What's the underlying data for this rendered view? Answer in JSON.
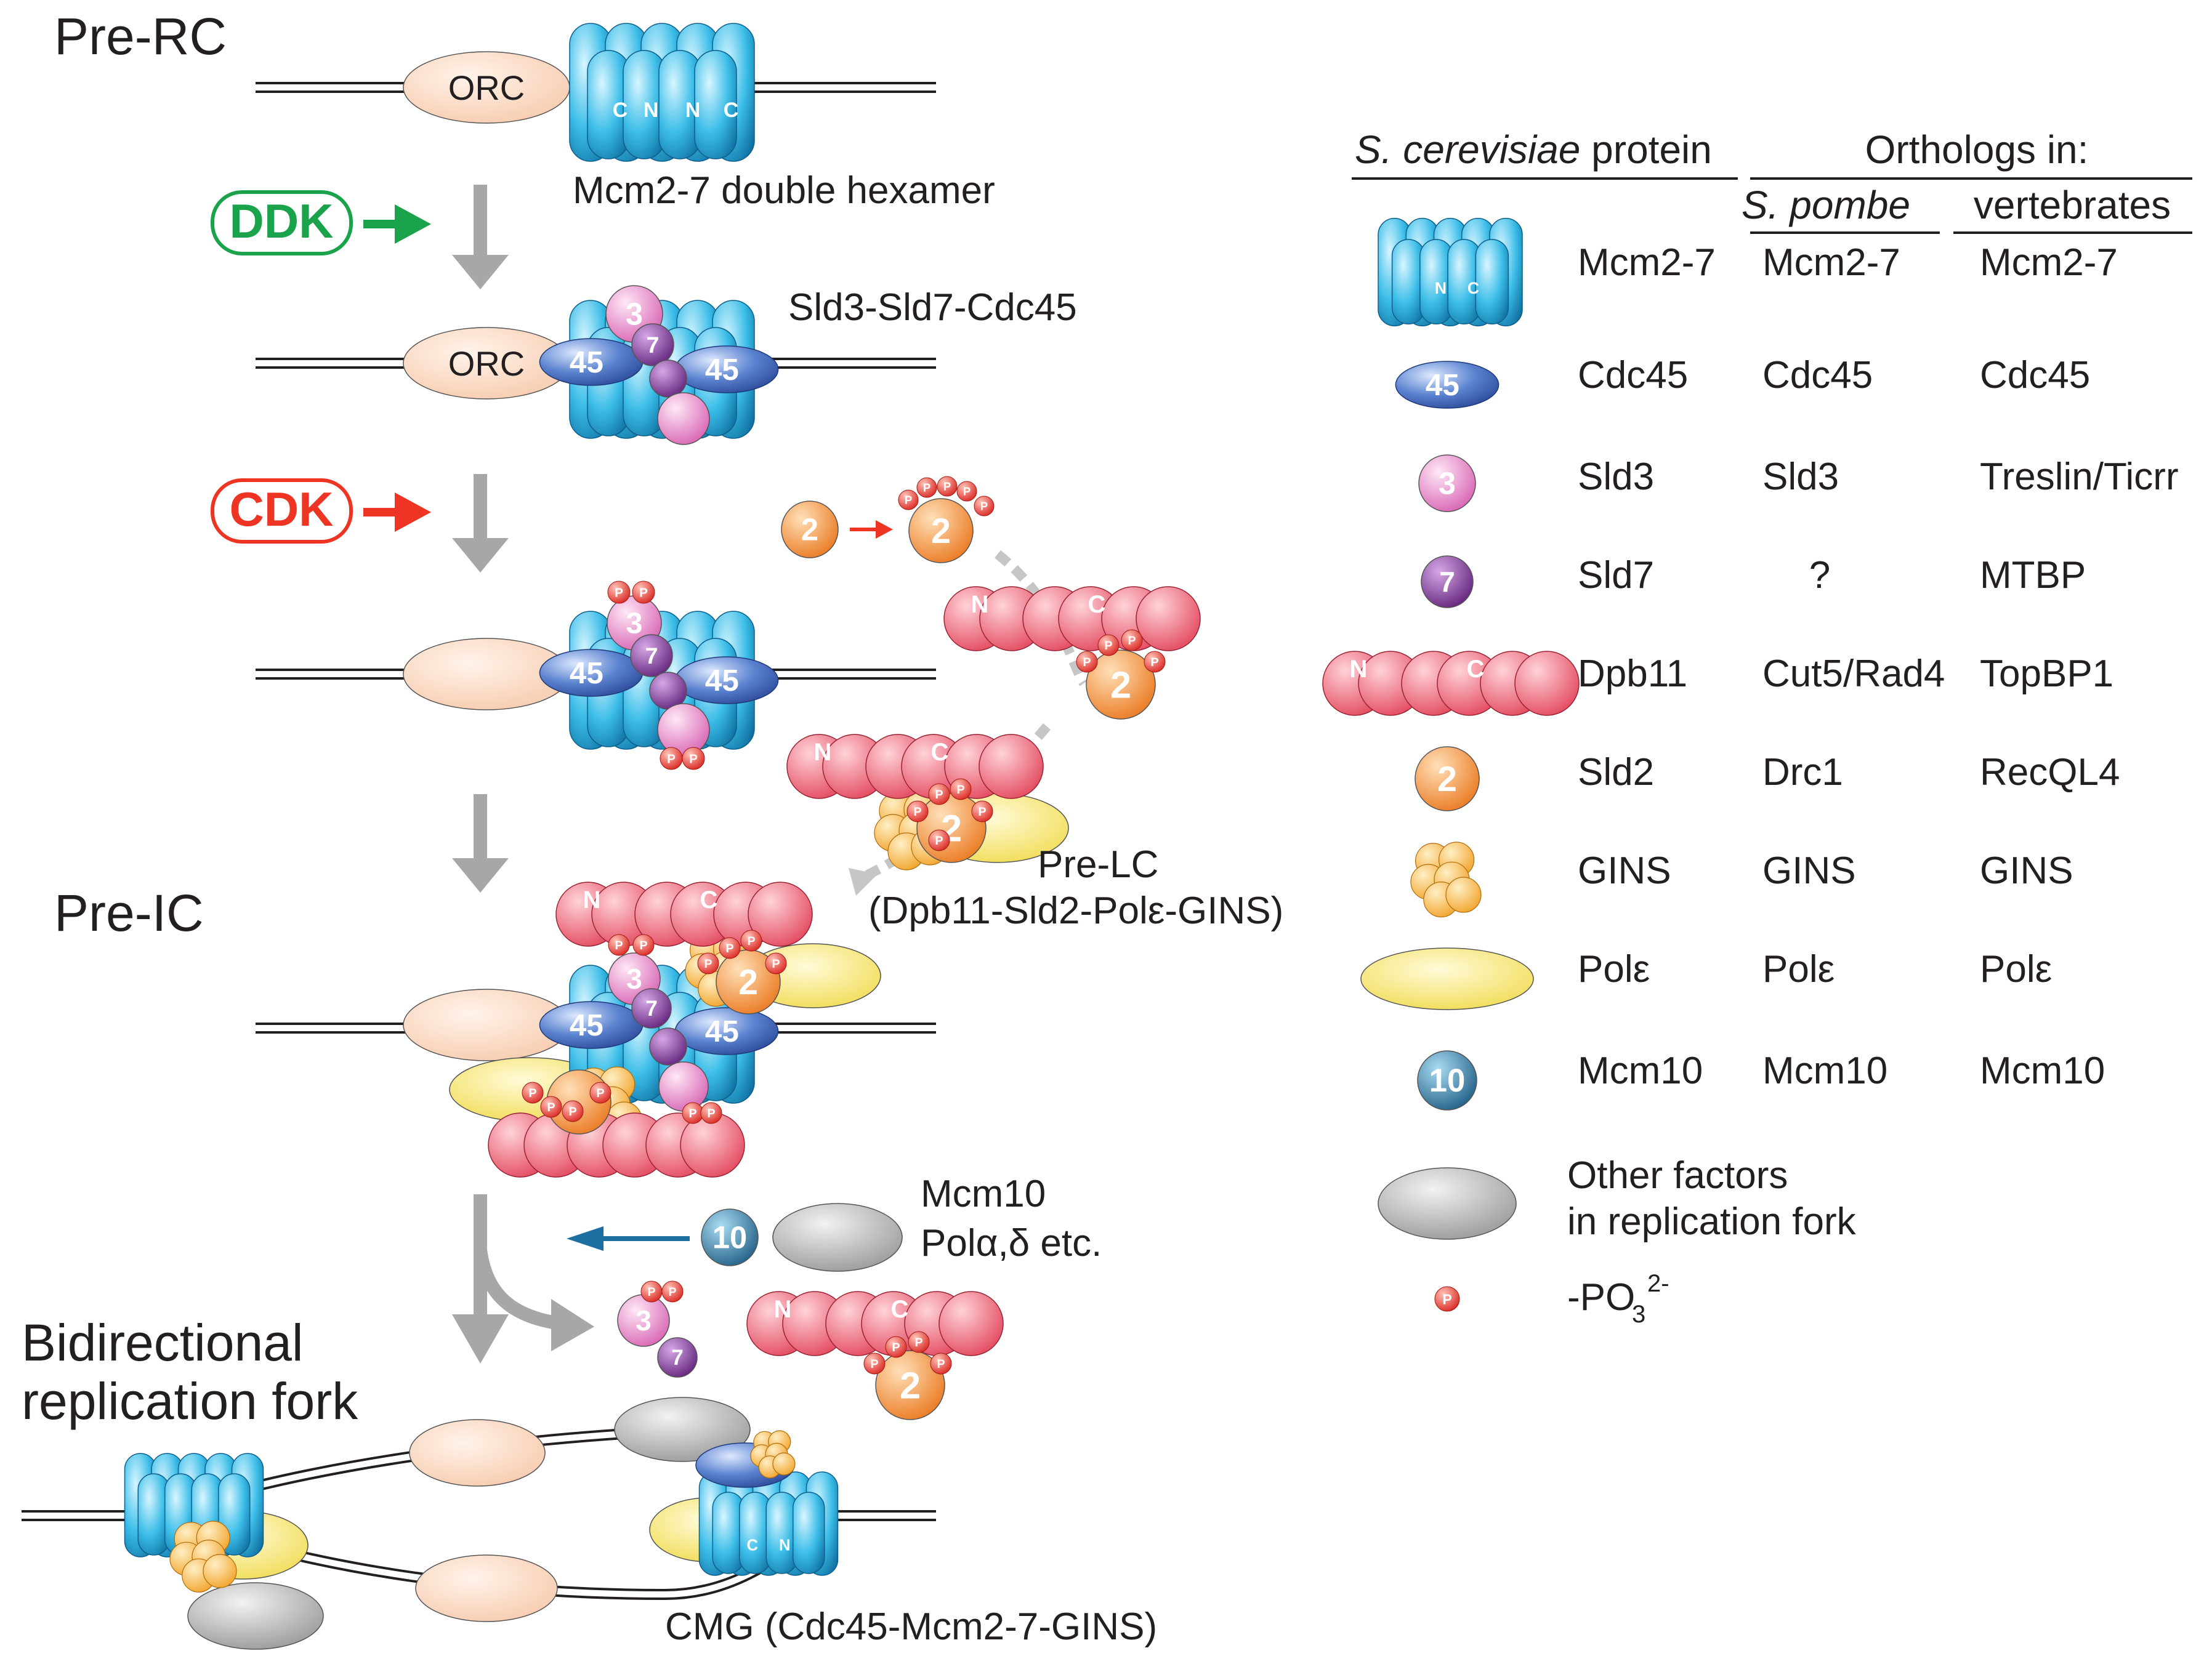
{
  "stages": {
    "pre_rc": "Pre-RC",
    "pre_ic": "Pre-IC",
    "fork_line1": "Bidirectional",
    "fork_line2": "replication fork"
  },
  "kinases": {
    "ddk": "DDK",
    "cdk": "CDK"
  },
  "labels": {
    "orc": "ORC",
    "mcm_double_hexamer": "Mcm2-7 double hexamer",
    "sld3_sld7_cdc45": "Sld3-Sld7-Cdc45",
    "pre_lc": "Pre-LC",
    "pre_lc_components": "(Dpb11-Sld2-Polε-GINS)",
    "mcm10": "Mcm10",
    "pol_ad": "Polα,δ etc.",
    "cmg": "CMG (Cdc45-Mcm2-7-GINS)"
  },
  "glyphs": {
    "n": "N",
    "c": "C",
    "p": "P",
    "sld3": "3",
    "sld7": "7",
    "sld2": "2",
    "cdc45": "45",
    "mcm10": "10"
  },
  "legend": {
    "header_species": "S. cerevisiae",
    "header_protein": " protein",
    "header_orthologs": "Orthologs in:",
    "header_pombe": "S. pombe",
    "header_vertebrates": "vertebrates",
    "rows": [
      {
        "icon": "mcm2-7-icon",
        "cerevisiae": "Mcm2-7",
        "pombe": "Mcm2-7",
        "vertebrates": "Mcm2-7"
      },
      {
        "icon": "cdc45-icon",
        "cerevisiae": "Cdc45",
        "pombe": "Cdc45",
        "vertebrates": "Cdc45"
      },
      {
        "icon": "sld3-icon",
        "cerevisiae": "Sld3",
        "pombe": "Sld3",
        "vertebrates": "Treslin/Ticrr"
      },
      {
        "icon": "sld7-icon",
        "cerevisiae": "Sld7",
        "pombe": "?",
        "vertebrates": "MTBP"
      },
      {
        "icon": "dpb11-icon",
        "cerevisiae": "Dpb11",
        "pombe": "Cut5/Rad4",
        "vertebrates": "TopBP1"
      },
      {
        "icon": "sld2-icon",
        "cerevisiae": "Sld2",
        "pombe": "Drc1",
        "vertebrates": "RecQL4"
      },
      {
        "icon": "gins-icon",
        "cerevisiae": "GINS",
        "pombe": "GINS",
        "vertebrates": "GINS"
      },
      {
        "icon": "pol-epsilon-icon",
        "cerevisiae": "Polε",
        "pombe": "Polε",
        "vertebrates": "Polε"
      },
      {
        "icon": "mcm10-icon",
        "cerevisiae": "Mcm10",
        "pombe": "Mcm10",
        "vertebrates": "Mcm10"
      }
    ],
    "other_line1": "Other factors",
    "other_line2": "in replication fork",
    "phosphate_prefix": "-PO",
    "phosphate_sub": "3",
    "phosphate_sup": "2-"
  },
  "colors": {
    "mcm": "#3bbde8",
    "mcm_dark": "#1478a8",
    "orc": "#fbd8c2",
    "cdc45": "#4a70bf",
    "sld3": "#e486c6",
    "sld7": "#8a3e9a",
    "dpb11": "#ec4f63",
    "sld2": "#f28a2c",
    "gins": "#f8b546",
    "pol_epsilon": "#f5e25e",
    "mcm10": "#1f6e9c",
    "other": "#b6b6b6",
    "phospho": "#e8322e",
    "ddk": "#1aa34a",
    "cdk": "#ee3524",
    "arrow_gray": "#a7a7a7",
    "arrow_blue": "#1d6ea0"
  }
}
